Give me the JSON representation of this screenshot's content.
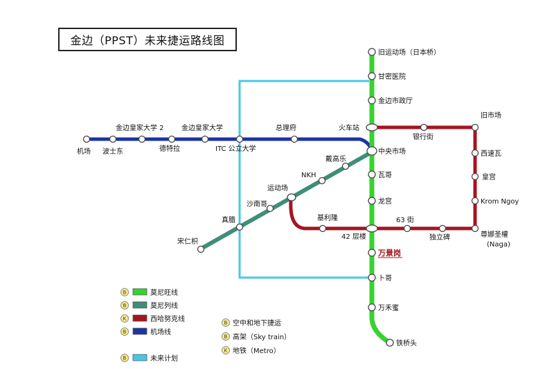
{
  "title": "金边（PPST）未来捷运路线图",
  "colors": {
    "green": "#39d22f",
    "teal": "#3f8e79",
    "red": "#a51420",
    "blue": "#1b33a4",
    "cyan": "#46c8e8",
    "legend_circle_fill": "#f3e98a"
  },
  "stations": {
    "old_stadium": "旧运动场（日本桥）",
    "gammi_hospital": "甘密医院",
    "city_hall": "金边市政厅",
    "train_station": "火车站",
    "central_market": "中央市场",
    "wage": "瓦哥",
    "longgong": "龙宫",
    "street_42": "42 层楼",
    "wanjinggang": "万景岗",
    "buge": "卜哥",
    "wanhemi": "万禾蜜",
    "tieqiaotou": "铁桥头",
    "bank_street": "银行街",
    "old_market": "旧市场",
    "xisuwa": "西速瓦",
    "imperial_palace": "皇宫",
    "krom_ngoy": "Krom Ngoy",
    "naga_1": "尊娜圣權",
    "naga_2": "(Naga)",
    "street_63": "63 街",
    "independence": "独立碑",
    "jilitang": "基利隆",
    "stadium": "运动场",
    "shanan": "沙南哥",
    "zhenpu": "真腊",
    "songren": "宋仁枳",
    "nkh": "NKH",
    "daigaole": "戴高乐",
    "airport": "机场",
    "boshidong": "波士东",
    "detela": "德特拉",
    "royal_univ_2": "金边皇家大学 2",
    "royal_univ": "金边皇家大学",
    "itc": "ITC 公立大学",
    "zonglifu": "总理府"
  },
  "legend": {
    "lines": [
      {
        "letter": "B",
        "label": "莫尼旺线",
        "color": "#39d22f"
      },
      {
        "letter": "B",
        "label": "莫尼列线",
        "color": "#3f8e79"
      },
      {
        "letter": "K",
        "label": "西哈努克线",
        "color": "#a51420"
      },
      {
        "letter": "B",
        "label": "机场线",
        "color": "#1b33a4"
      }
    ],
    "future": {
      "letter": "B",
      "label": "未来计划",
      "color": "#46c8e8"
    },
    "types": [
      {
        "letter": "B",
        "label": "空中和地下捷运"
      },
      {
        "letter": "B",
        "label": "高架（Sky train）"
      },
      {
        "letter": "K",
        "label": "地铁（Metro）"
      }
    ]
  }
}
